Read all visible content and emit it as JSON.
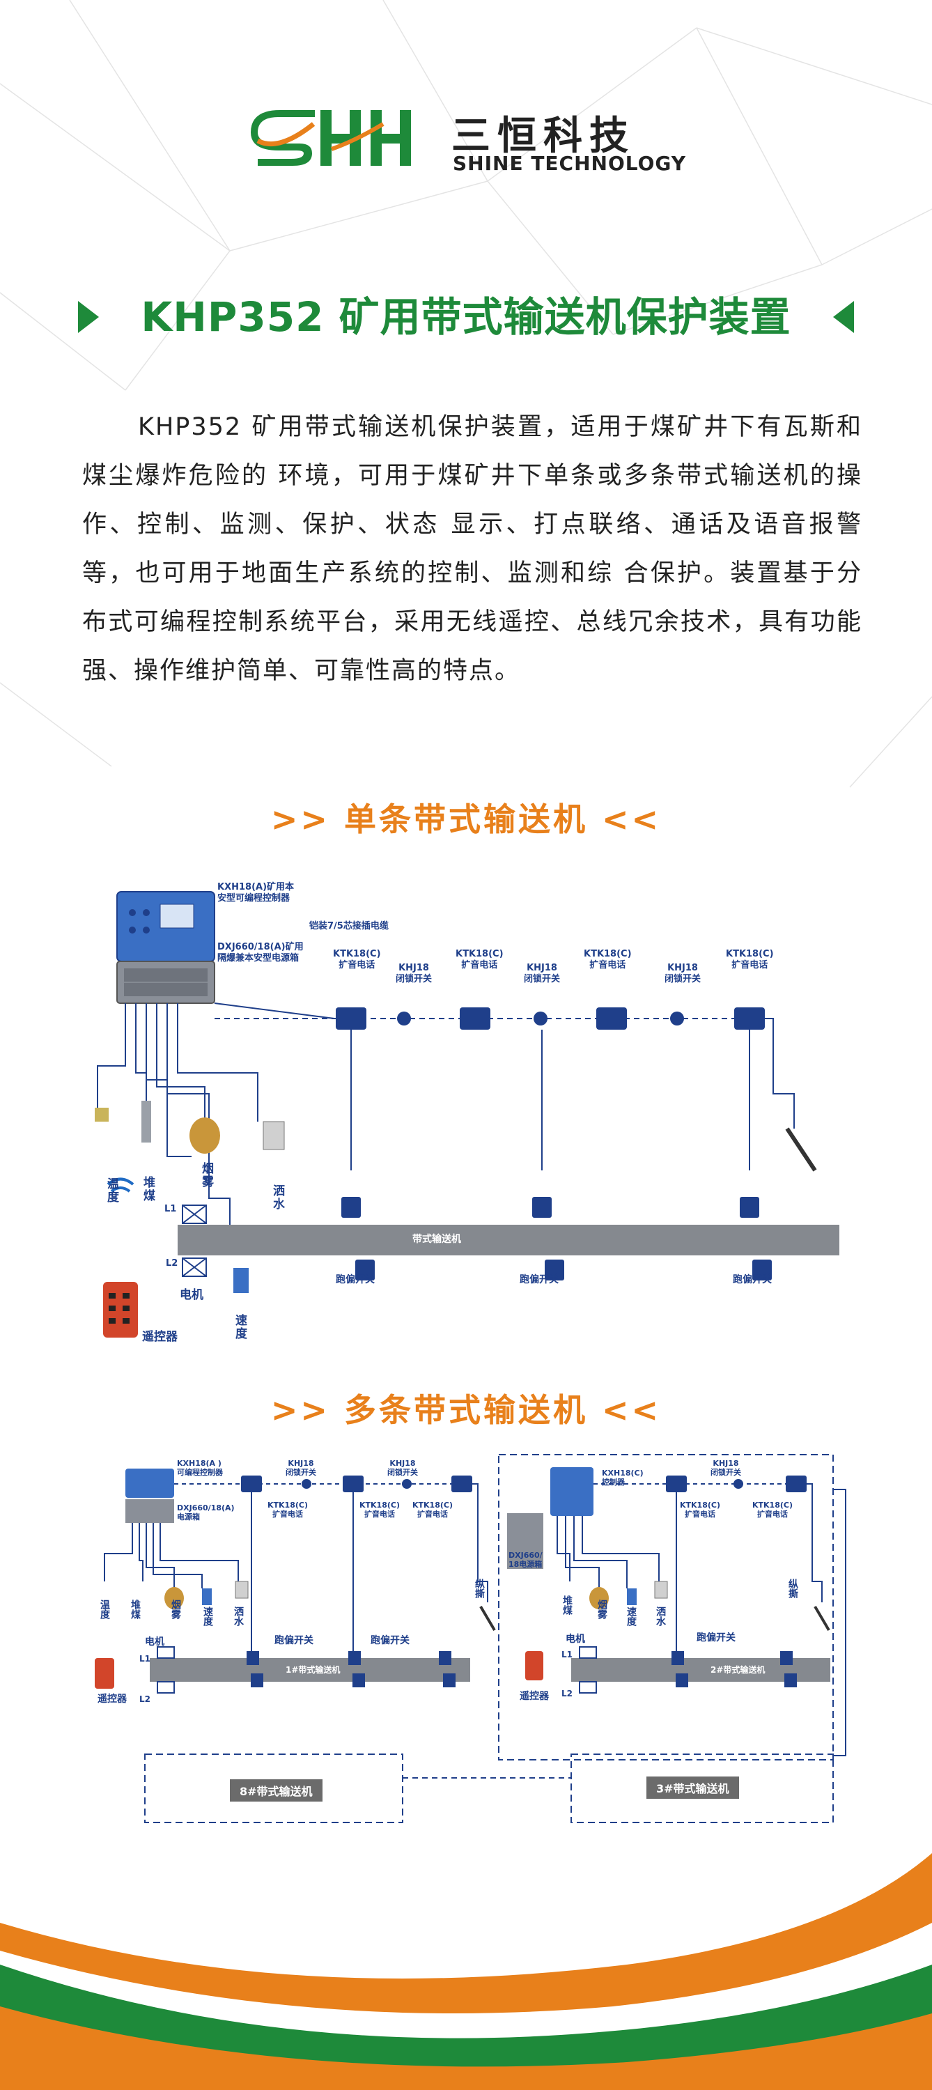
{
  "brand": {
    "logo_text": "SHH",
    "name_cn": "三恒科技",
    "name_en": "SHINE TECHNOLOGY",
    "colors": {
      "green": "#1e8a3a",
      "orange": "#e8801b",
      "blue": "#1f3f8a"
    }
  },
  "title": "KHP352 矿用带式输送机保护装置",
  "intro": "KHP352 矿用带式输送机保护装置，适用于煤矿井下有瓦斯和煤尘爆炸危险的 环境，可用于煤矿井下单条或多条带式输送机的操作、控制、监测、保护、状态 显示、打点联络、通话及语音报警等，也可用于地面生产系统的控制、监测和综 合保护。装置基于分布式可编程控制系统平台，采用无线遥控、总线冗余技术，具有功能强、操作维护简单、可靠性高的特点。",
  "single": {
    "title": ">>  单条带式输送机  <<",
    "controller": "KXH18(A)矿用本\n安型可编程控制器",
    "power": "DXJ660/18(A)矿用\n隔爆兼本安型电源箱",
    "cable": "铠装7/5芯接插电缆",
    "ktk": "KTK18(C)\n扩音电话",
    "khj": "KHJ18\n闭锁开关",
    "belt": "带式输送机",
    "deviation": "跑偏开关",
    "sensors": {
      "temp": "温度",
      "coal": "堆煤",
      "smoke": "烟雾",
      "spray": "洒水",
      "speed": "速度",
      "motor": "电机",
      "remote": "遥控器",
      "l1": "L1",
      "l2": "L2"
    }
  },
  "multi": {
    "title": ">>  多条带式输送机  <<",
    "controller_a": "KXH18(A )\n可编程控制器",
    "power_a": "DXJ660/18(A)\n电源箱",
    "controller_c": "KXH18(C)\n控制器",
    "power_c": "DXJ660/\n18电源箱",
    "ktk": "KTK18(C)\n扩音电话",
    "khj": "KHJ18\n闭锁开关",
    "deviation": "跑偏开关",
    "tear": "纵撕",
    "belt1": "1#带式输送机",
    "belt2": "2#带式输送机",
    "belt3": "3#带式输送机",
    "belt8": "8#带式输送机",
    "sensors": {
      "temp": "温度",
      "coal": "堆煤",
      "smoke": "烟雾",
      "spray": "洒水",
      "speed": "速度",
      "motor": "电机",
      "remote": "遥控器",
      "l1": "L1",
      "l2": "L2"
    }
  }
}
